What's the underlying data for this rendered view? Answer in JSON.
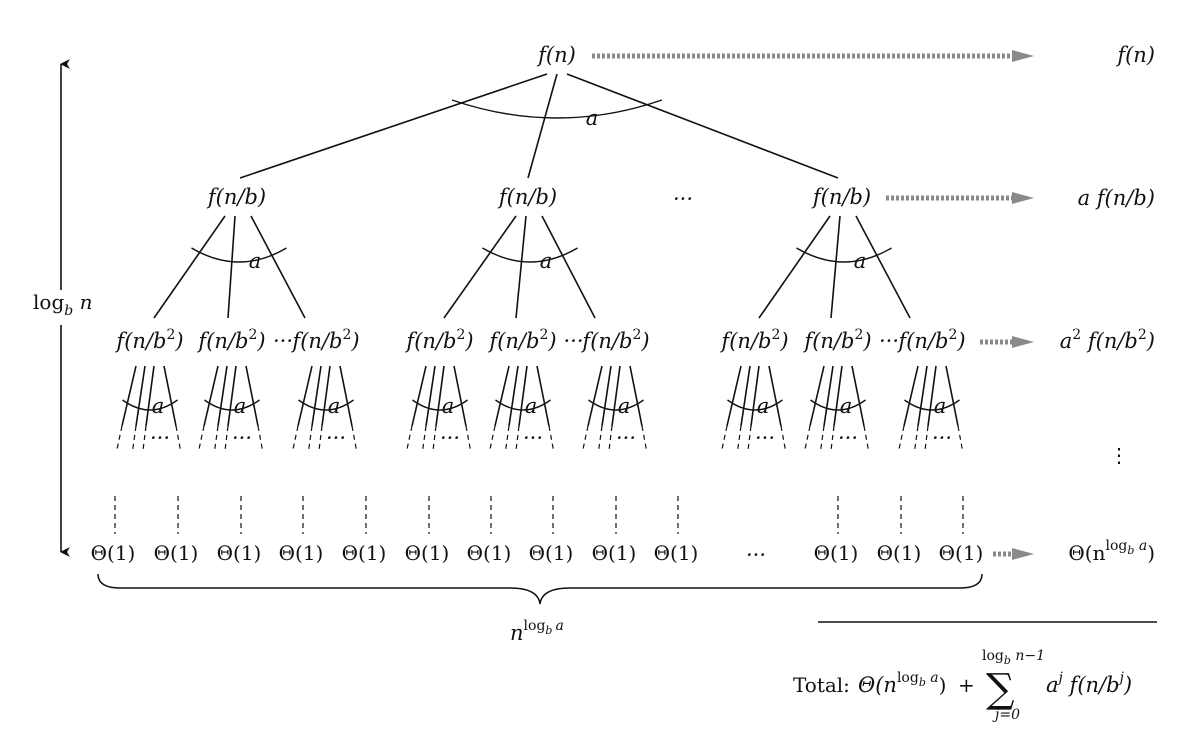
{
  "root": {
    "label": "f(n)"
  },
  "branch_label": "a",
  "level1": {
    "node_label": "f(n/b)",
    "ellipsis": "···"
  },
  "level2": {
    "node_label": "f(n/b²)",
    "inline_ellipsis": "···"
  },
  "level3": {
    "ellipsis": "···"
  },
  "leaves": {
    "label": "Θ(1)",
    "ellipsis": "···",
    "count_base": "n",
    "count_exponent": "log",
    "count_exponent_sub": "b",
    "count_exponent_tail": "a"
  },
  "height": {
    "label": "log",
    "sub": "b",
    "tail": " n"
  },
  "level_sums": [
    {
      "parts": [
        "f(n)"
      ]
    },
    {
      "parts": [
        "a f(n/b)"
      ]
    },
    {
      "parts": [
        "a",
        "2",
        " f(n/b",
        "2",
        ")"
      ]
    },
    {
      "parts": [
        "⋮"
      ]
    },
    {
      "parts": [
        "Θ(n",
        "log",
        "b",
        " a",
        ")"
      ]
    }
  ],
  "total": {
    "prefix": "Total:",
    "theta": "Θ(n",
    "theta_exp": "log",
    "theta_exp_sub": "b",
    "theta_exp_tail": " a",
    "theta_close": ")",
    "plus": "+",
    "sigma": "∑",
    "sum_upper": "log",
    "sum_upper_sub": "b",
    "sum_upper_tail": " n−1",
    "sum_lower": "j=0",
    "term_a": "a",
    "term_j": "j",
    "term_f": " f(n/b",
    "term_bj": "j",
    "term_close": ")"
  }
}
